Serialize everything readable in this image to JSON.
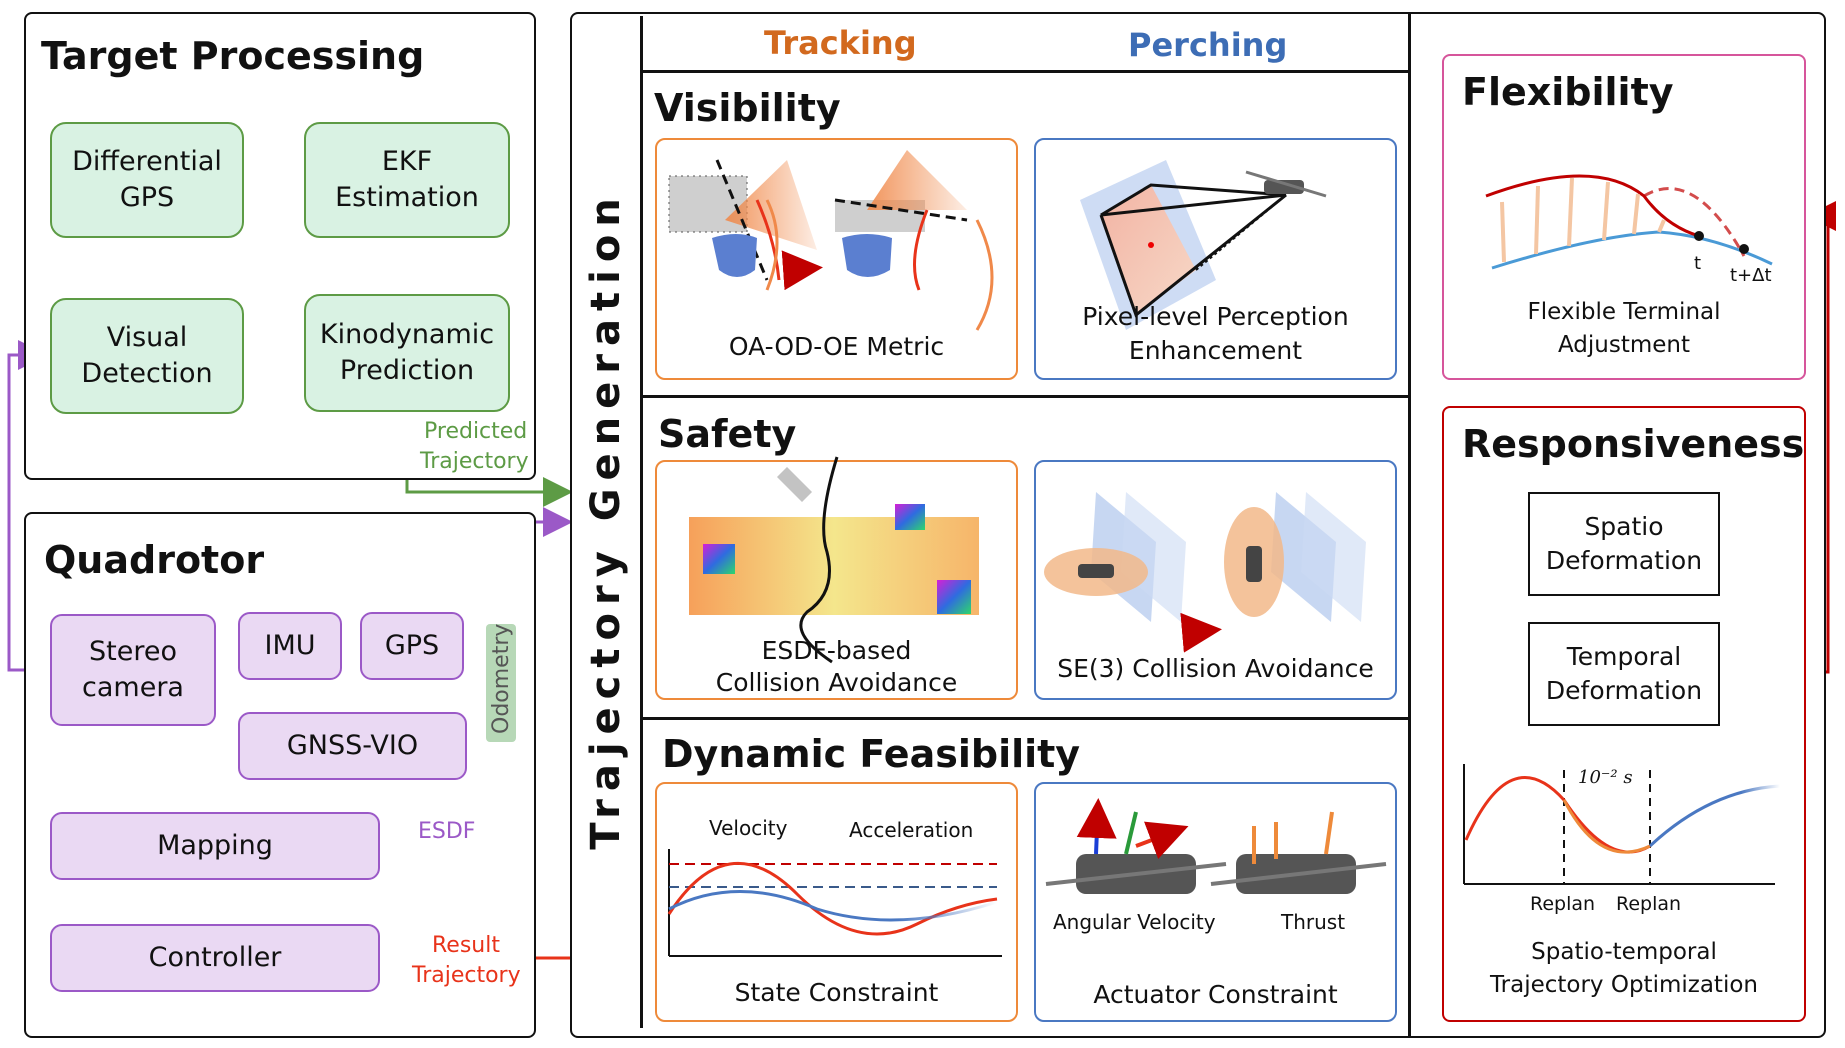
{
  "target_processing": {
    "title": "Target Processing",
    "differential_gps": "Differential GPS",
    "ekf": "EKF Estimation",
    "visual_detection": "Visual Detection",
    "kinodynamic": "Kinodynamic Prediction",
    "predicted_trajectory_line1": "Predicted",
    "predicted_trajectory_line2": "Trajectory"
  },
  "quadrotor": {
    "title": "Quadrotor",
    "stereo_camera": "Stereo camera",
    "imu": "IMU",
    "gps": "GPS",
    "gnss_vio": "GNSS-VIO",
    "odometry": "Odometry",
    "mapping": "Mapping",
    "esdf": "ESDF",
    "controller": "Controller",
    "result_line1": "Result",
    "result_line2": "Trajectory"
  },
  "trajectory_generation": {
    "side_title": "Trajectory Generation",
    "header_tracking": "Tracking",
    "header_perching": "Perching",
    "visibility": {
      "title": "Visibility",
      "left_caption": "OA-OD-OE Metric",
      "right_caption_line1": "Pixel-level Perception",
      "right_caption_line2": "Enhancement"
    },
    "safety": {
      "title": "Safety",
      "left_caption_line1": "ESDF-based",
      "left_caption_line2": "Collision Avoidance",
      "right_caption": "SE(3) Collision Avoidance"
    },
    "dynamic": {
      "title": "Dynamic Feasibility",
      "velocity": "Velocity",
      "acceleration": "Acceleration",
      "left_caption": "State Constraint",
      "angular_velocity": "Angular Velocity",
      "thrust": "Thrust",
      "right_caption": "Actuator Constraint"
    }
  },
  "flexibility": {
    "title": "Flexibility",
    "t_label": "t",
    "t_dt_label": "t+Δt",
    "caption_line1": "Flexible Terminal",
    "caption_line2": "Adjustment"
  },
  "responsiveness": {
    "title": "Responsiveness",
    "spatio_line1": "Spatio",
    "spatio_line2": "Deformation",
    "temporal_line1": "Temporal",
    "temporal_line2": "Deformation",
    "time_label": "10⁻² s",
    "replan1": "Replan",
    "replan2": "Replan",
    "caption_line1": "Spatio-temporal",
    "caption_line2": "Trajectory Optimization"
  },
  "colors": {
    "green": "#5d9b45",
    "purple": "#9b59c7",
    "orange": "#ee8a3a",
    "blue": "#4a78c2",
    "red": "#c00000",
    "pink": "#d6559b",
    "tracking_text": "#d2691e",
    "perching_text": "#3d6db5"
  }
}
